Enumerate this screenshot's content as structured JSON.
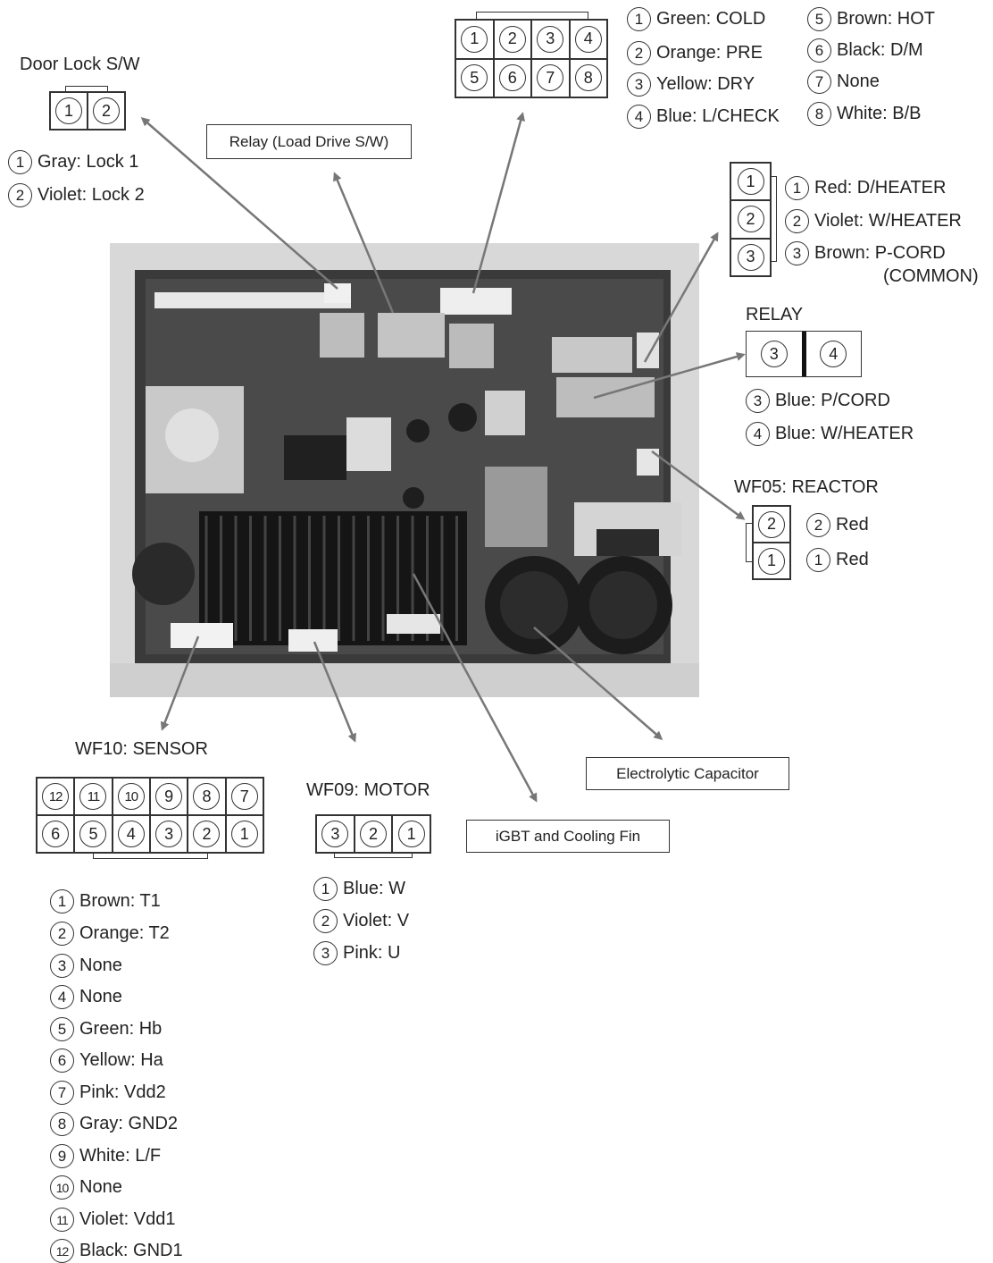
{
  "top_connector": {
    "pins": [
      "1",
      "2",
      "3",
      "4",
      "5",
      "6",
      "7",
      "8"
    ],
    "legend_left": [
      {
        "num": "1",
        "text": "Green: COLD"
      },
      {
        "num": "2",
        "text": "Orange: PRE"
      },
      {
        "num": "3",
        "text": "Yellow: DRY"
      },
      {
        "num": "4",
        "text": "Blue: L/CHECK"
      }
    ],
    "legend_right": [
      {
        "num": "5",
        "text": "Brown: HOT"
      },
      {
        "num": "6",
        "text": "Black: D/M"
      },
      {
        "num": "7",
        "text": "None"
      },
      {
        "num": "8",
        "text": "White: B/B"
      }
    ]
  },
  "door_lock": {
    "title": "Door Lock S/W",
    "pins": [
      "1",
      "2"
    ],
    "legend": [
      {
        "num": "1",
        "text": "Gray: Lock 1"
      },
      {
        "num": "2",
        "text": "Violet: Lock 2"
      }
    ]
  },
  "relay_load": {
    "label": "Relay (Load Drive S/W)"
  },
  "heater_connector": {
    "pins": [
      "1",
      "2",
      "3"
    ],
    "legend": [
      {
        "num": "1",
        "text": "Red: D/HEATER"
      },
      {
        "num": "2",
        "text": "Violet: W/HEATER"
      },
      {
        "num": "3",
        "text": "Brown: P-CORD"
      }
    ],
    "legend_extra": "(COMMON)"
  },
  "relay": {
    "title": "RELAY",
    "pins": [
      "3",
      "4"
    ],
    "legend": [
      {
        "num": "3",
        "text": "Blue: P/CORD"
      },
      {
        "num": "4",
        "text": "Blue: W/HEATER"
      }
    ]
  },
  "reactor": {
    "title": "WF05: REACTOR",
    "pins": [
      "2",
      "1"
    ],
    "legend": [
      {
        "num": "2",
        "text": "Red"
      },
      {
        "num": "1",
        "text": "Red"
      }
    ]
  },
  "sensor": {
    "title": "WF10: SENSOR",
    "pins_top": [
      "12",
      "11",
      "10",
      "9",
      "8",
      "7"
    ],
    "pins_bottom": [
      "6",
      "5",
      "4",
      "3",
      "2",
      "1"
    ],
    "legend": [
      {
        "num": "1",
        "text": "Brown: T1"
      },
      {
        "num": "2",
        "text": "Orange: T2"
      },
      {
        "num": "3",
        "text": "None"
      },
      {
        "num": "4",
        "text": "None"
      },
      {
        "num": "5",
        "text": "Green: Hb"
      },
      {
        "num": "6",
        "text": "Yellow: Ha"
      },
      {
        "num": "7",
        "text": "Pink: Vdd2"
      },
      {
        "num": "8",
        "text": "Gray: GND2"
      },
      {
        "num": "9",
        "text": "White: L/F"
      },
      {
        "num": "10",
        "text": "None"
      },
      {
        "num": "11",
        "text": "Violet: Vdd1"
      },
      {
        "num": "12",
        "text": "Black: GND1"
      }
    ]
  },
  "motor": {
    "title": "WF09: MOTOR",
    "pins": [
      "3",
      "2",
      "1"
    ],
    "legend": [
      {
        "num": "1",
        "text": "Blue: W"
      },
      {
        "num": "2",
        "text": "Violet: V"
      },
      {
        "num": "3",
        "text": "Pink: U"
      }
    ]
  },
  "capacitor": {
    "label": "Electrolytic Capacitor"
  },
  "igbt": {
    "label": "iGBT and Cooling Fin"
  },
  "colors": {
    "board": "#d6d6d6",
    "arrow": "#777777",
    "line": "#333333"
  }
}
